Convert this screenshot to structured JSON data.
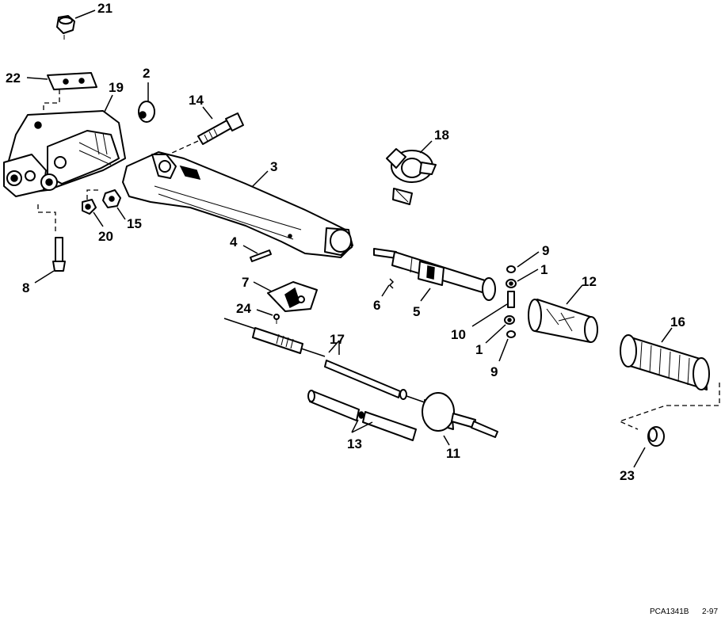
{
  "callouts": {
    "c21": "21",
    "c22": "22",
    "c19": "19",
    "c2": "2",
    "c14": "14",
    "c3": "3",
    "c18": "18",
    "c20": "20",
    "c15": "15",
    "c4": "4",
    "c8": "8",
    "c7": "7",
    "c24": "24",
    "c6": "6",
    "c5": "5",
    "c9a": "9",
    "c1a": "1",
    "c12": "12",
    "c10": "10",
    "c1b": "1",
    "c9b": "9",
    "c16": "16",
    "c17": "17",
    "c13": "13",
    "c11": "11",
    "c23": "23"
  },
  "footer": {
    "code": "PCA1341B",
    "date": "2-97"
  }
}
